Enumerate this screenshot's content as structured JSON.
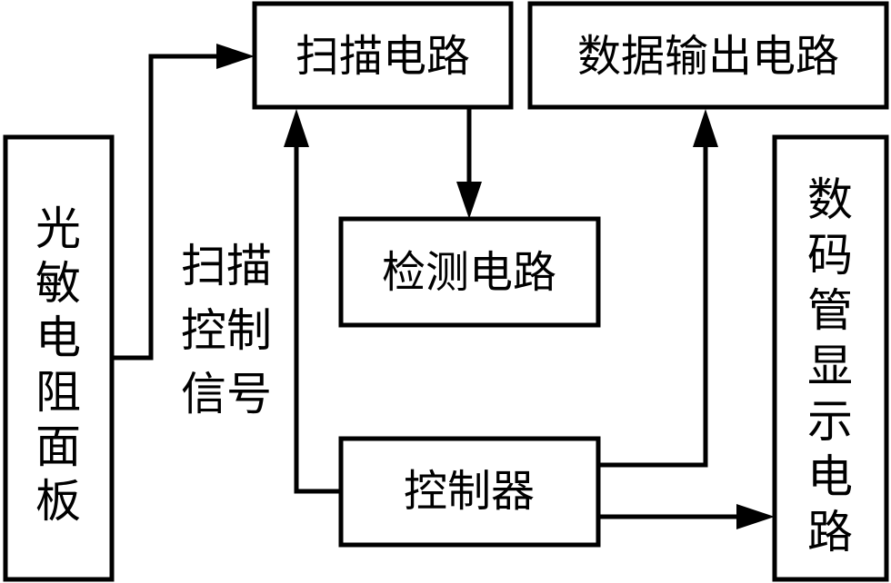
{
  "blocks": {
    "scan_circuit": "扫描电路",
    "data_output_circuit": "数据输出电路",
    "detection_circuit": "检测电路",
    "controller": "控制器",
    "photoresistor_panel": [
      "光",
      "敏",
      "电",
      "阻",
      "面",
      "板"
    ],
    "led_display_circuit": [
      "数",
      "码",
      "管",
      "显",
      "示",
      "电",
      "路"
    ]
  },
  "annotations": {
    "scan_control_signal": [
      "扫描",
      "控制",
      "信号"
    ]
  }
}
